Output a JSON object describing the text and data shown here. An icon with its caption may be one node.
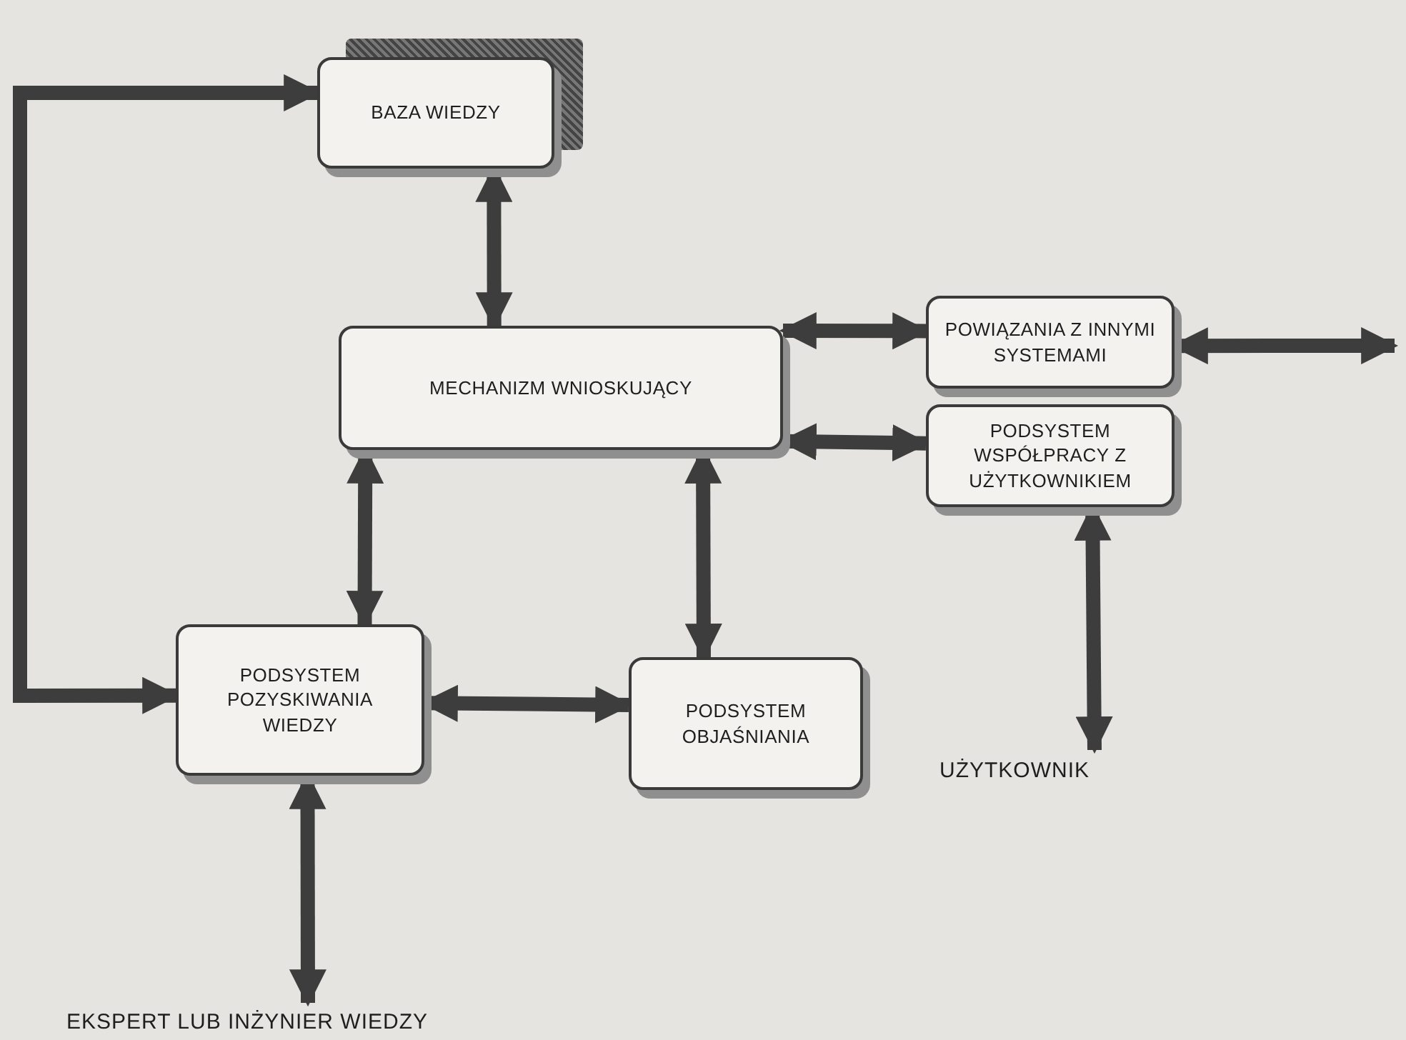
{
  "diagram": {
    "nodes": [
      {
        "text": [
          "BAZA WIEDZY"
        ]
      },
      {
        "text": [
          "MECHANIZM WNIOSKUJĄCY"
        ]
      },
      {
        "text": [
          "POWIĄZANIA Z INNYMI SYSTEMAMI"
        ]
      },
      {
        "text": [
          "PODSYSTEM WSPÓŁPRACY Z UŻYTKOWNIKIEM"
        ]
      },
      {
        "text": [
          "PODSYSTEM POZYSKIWANIA WIEDZY"
        ]
      },
      {
        "text": [
          "PODSYSTEM OBJAŚNIANIA"
        ]
      },
      {
        "text": [
          "UŻYTKOWNIK"
        ]
      },
      {
        "text": [
          "EKSPERT LUB INŻYNIER WIEDZY"
        ]
      }
    ],
    "edges": [
      {
        "from": 0,
        "to": 1,
        "arrow": "both"
      },
      {
        "from": 1,
        "to": 2,
        "arrow": "both"
      },
      {
        "from": 1,
        "to": 3,
        "arrow": "both"
      },
      {
        "from": 2,
        "to": null,
        "arrow": "both"
      },
      {
        "from": 3,
        "to": 6,
        "arrow": "both"
      },
      {
        "from": 1,
        "to": 4,
        "arrow": "both"
      },
      {
        "from": 1,
        "to": 5,
        "arrow": "both"
      },
      {
        "from": 4,
        "to": 5,
        "arrow": "both"
      },
      {
        "from": 4,
        "to": 7,
        "arrow": "both"
      },
      {
        "from": 4,
        "to": 0,
        "arrow": "both"
      }
    ]
  }
}
